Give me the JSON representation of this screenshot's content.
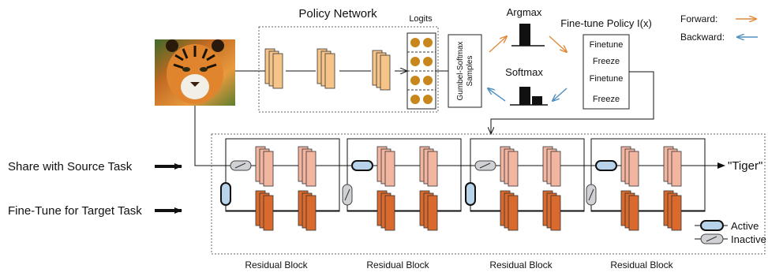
{
  "policy_network": {
    "title": "Policy Network",
    "logits_label": "Logits",
    "sampler_label_line1": "Gumbel-Softmax",
    "sampler_label_line2": "Samples"
  },
  "argmax_label": "Argmax",
  "softmax_label": "Softmax",
  "finetune_policy": {
    "title": "Fine-tune Policy I(x)",
    "items": [
      "Finetune",
      "Freeze",
      "Finetune",
      "Freeze"
    ]
  },
  "legend_arrows": {
    "forward_label": "Forward:",
    "backward_label": "Backward:",
    "forward_color": "#e08a3c",
    "backward_color": "#4f8fc0"
  },
  "left_labels": {
    "share": "Share with Source Task",
    "finetune": "Fine-Tune for Target Task"
  },
  "output_label": "\"Tiger\"",
  "residual_block_label": "Residual Block",
  "residual_block_labels": [
    "Residual Block",
    "Residual Block",
    "Residual Block",
    "Residual Block"
  ],
  "switch_legend": {
    "active": "Active",
    "inactive": "Inactive",
    "active_color": "#b9d3ea",
    "inactive_color": "#cfd1d4"
  },
  "colors": {
    "policy_layer": "#f6c488",
    "shared_layer": "#f2b5a0",
    "finetune_layer": "#d9692c",
    "logit_dot": "#c8871d"
  },
  "input_image": {
    "subject": "tiger-photo"
  }
}
